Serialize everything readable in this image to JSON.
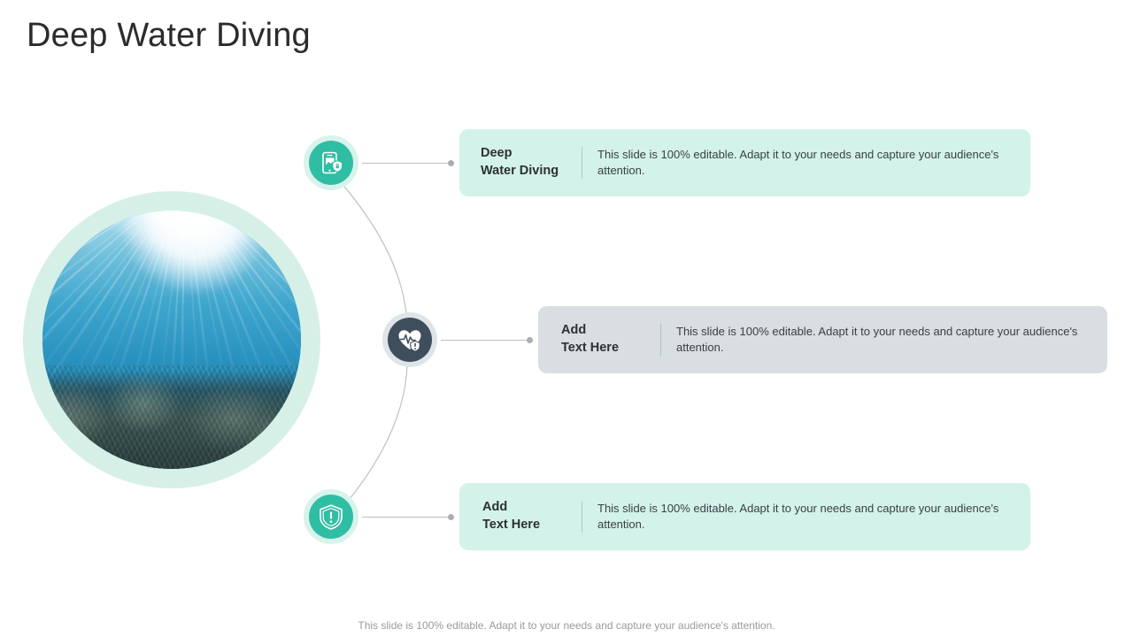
{
  "slide": {
    "title": "Deep Water Diving",
    "footer_note": "This slide is 100% editable. Adapt it to your needs and capture your audience's attention.",
    "colors": {
      "accent_teal": "#2fbda4",
      "card_mint": "#d3f2ea",
      "card_gray": "#d8dee1",
      "icon_dark": "#3e4e5c",
      "ring_mint": "#d6f0e8",
      "title_text": "#2b2b2b",
      "footer_text": "#9a9a9a",
      "connector_line": "#b9bec2"
    }
  },
  "photo": {
    "alt": "underwater-scene-sun-rays-coral-reef"
  },
  "items": [
    {
      "icon": "mobile-shield-lock-icon",
      "heading": "Deep\nWater Diving",
      "body": "This slide is 100% editable. Adapt it to your needs and capture your audience's attention."
    },
    {
      "icon": "heart-pulse-alert-icon",
      "heading": "Add\nText Here",
      "body": "This slide is 100% editable. Adapt it to your needs and capture your audience's attention."
    },
    {
      "icon": "shield-exclamation-icon",
      "heading": "Add\nText Here",
      "body": "This slide is 100% editable. Adapt it to your needs and capture your audience's attention."
    }
  ]
}
